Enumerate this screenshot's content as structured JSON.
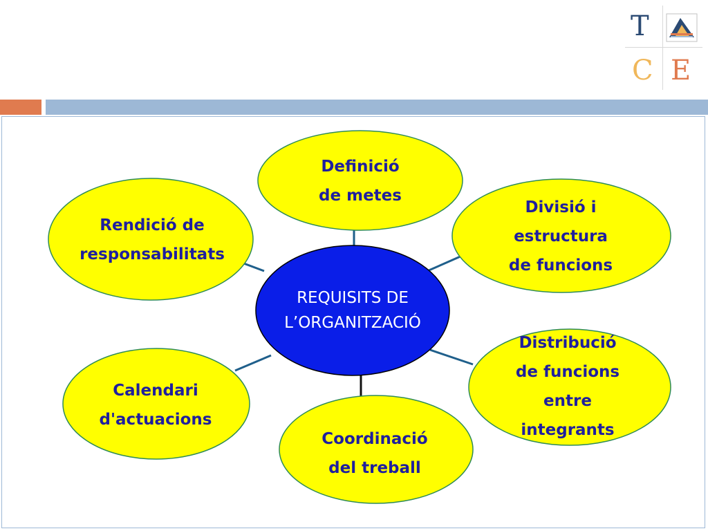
{
  "logo": {
    "letters": [
      "T",
      "C",
      "E"
    ],
    "emblem_icon": "triangle-emblem-icon"
  },
  "colors": {
    "node_fill": "#ffff00",
    "node_stroke": "#2e8b57",
    "node_text": "#1f1f9e",
    "center_fill": "#0a1ee8",
    "center_text": "#ffffff",
    "connector": "#1f5f8b",
    "band_orange": "#e07b4f",
    "band_blue": "#9db8d6"
  },
  "diagram": {
    "center": {
      "label": "REQUISITS DE\nL’ORGANITZACIÓ"
    },
    "nodes": [
      {
        "label": "Definició\nde metes"
      },
      {
        "label": "Divisió i\nestructura\nde funcions"
      },
      {
        "label": "Distribució\n de funcions\n   entre\nintegrants"
      },
      {
        "label": "Coordinació\ndel treball"
      },
      {
        "label": "Calendari\nd'actuacions"
      },
      {
        "label": "Rendició de\nresponsabilitats"
      }
    ]
  }
}
